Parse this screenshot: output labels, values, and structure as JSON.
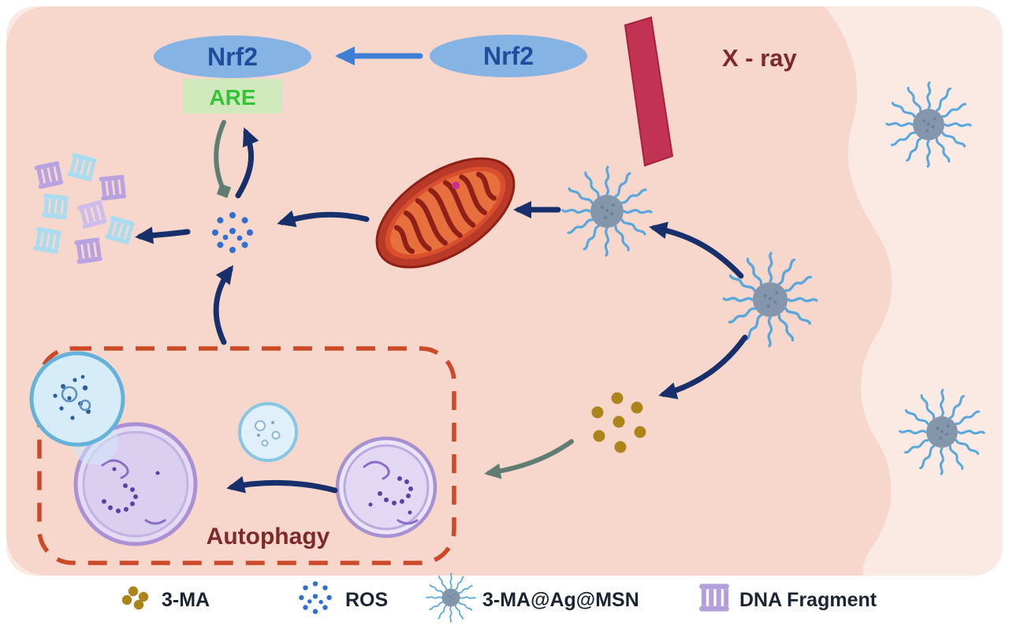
{
  "figure": {
    "labels": {
      "nrf2_nucleus": "Nrf2",
      "nrf2_cytoplasm": "Nrf2",
      "are": "ARE",
      "xray": "X - ray",
      "autophagy": "Autophagy"
    },
    "legend": [
      {
        "id": "three_ma",
        "label": "3-MA",
        "icon": "three-ma-dots-icon"
      },
      {
        "id": "ros",
        "label": "ROS",
        "icon": "ros-dots-icon"
      },
      {
        "id": "nanoparticle",
        "label": "3-MA@Ag@MSN",
        "icon": "nanoparticle-icon"
      },
      {
        "id": "dna_fragment",
        "label": "DNA Fragment",
        "icon": "dna-fragment-icon"
      }
    ],
    "colors": {
      "cell_fill": "#f7d7cc",
      "outside_fill": "#fbeae4",
      "xray_beam": "#c23252",
      "nrf2_fill": "#85b3e3",
      "nrf2_text": "#1d4e9e",
      "are_fill": "#cfe9bd",
      "are_text": "#35c435",
      "arrow_navy": "#17306b",
      "arrow_blue": "#3d7fd4",
      "arrow_gray": "#5f7d72",
      "ros_dot": "#2f6fd0",
      "three_ma_dot": "#ab8519",
      "nanoparticle_core": "#8496ab",
      "nanoparticle_ray": "#58a7dd",
      "autophagy_border": "#cc4a28",
      "dark_red_text": "#7e2a28",
      "legend_text": "#1b2433"
    }
  }
}
